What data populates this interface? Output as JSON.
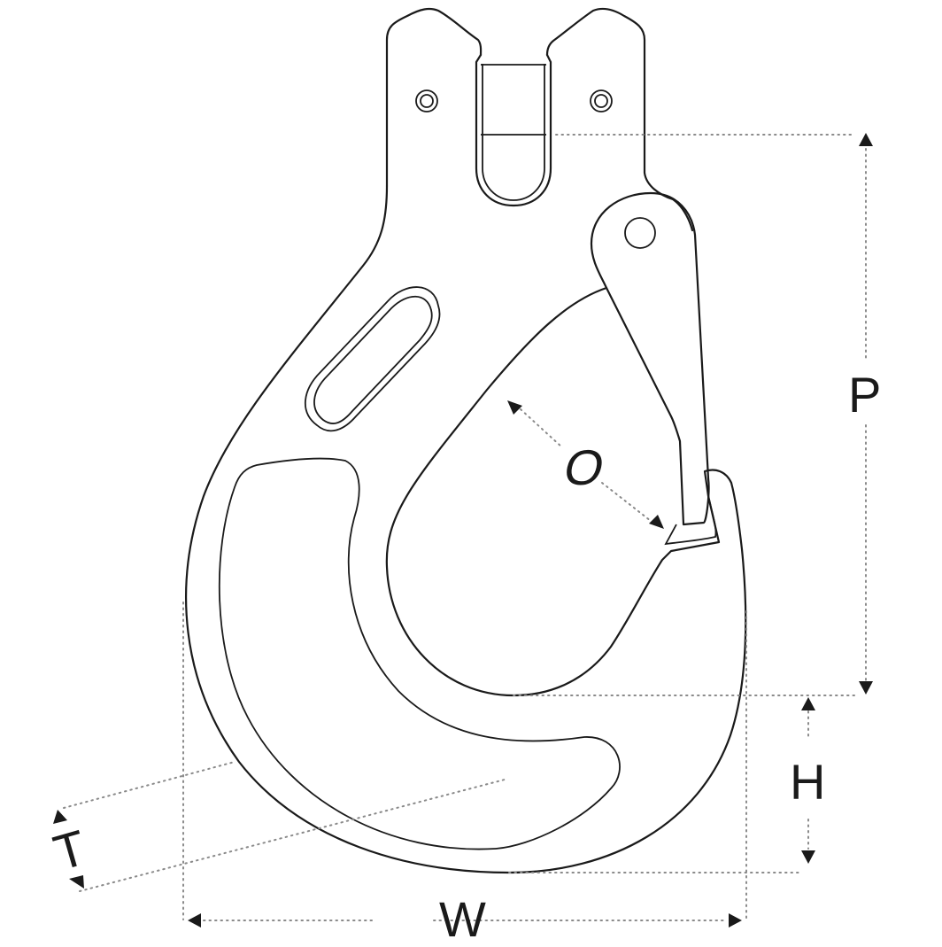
{
  "diagram": {
    "subject": "clevis sling hook with safety latch",
    "stroke_color": "#1a1a1a",
    "dimension_line_color": "#8a8a8a",
    "background": "#ffffff"
  },
  "dimensions": {
    "P": {
      "label": "P",
      "meaning": "height from clevis pin to bowl bottom"
    },
    "O": {
      "label": "O",
      "meaning": "throat opening"
    },
    "H": {
      "label": "H",
      "meaning": "bowl section height"
    },
    "W": {
      "label": "W",
      "meaning": "overall width"
    },
    "T": {
      "label": "T",
      "meaning": "section thickness"
    }
  }
}
